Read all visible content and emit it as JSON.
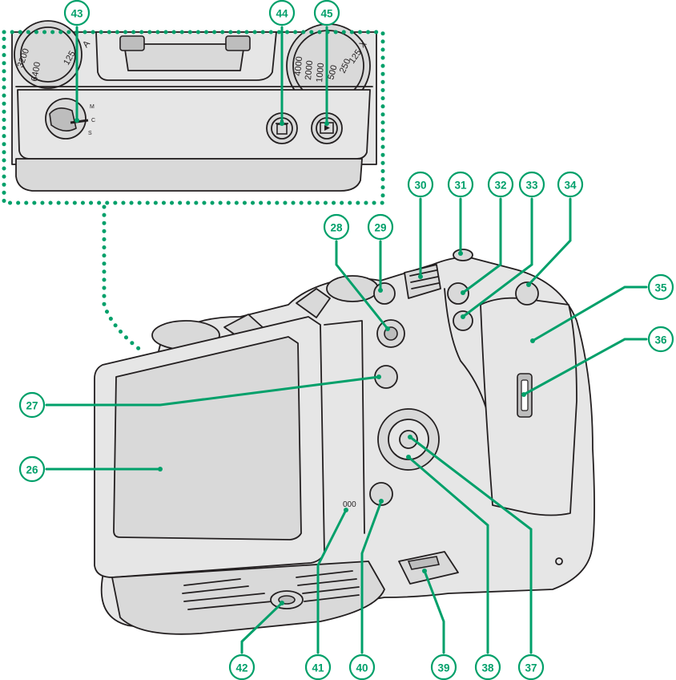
{
  "diagram": {
    "callout_color": "#00a06a",
    "callouts": [
      {
        "id": "26",
        "label": "26"
      },
      {
        "id": "27",
        "label": "27"
      },
      {
        "id": "28",
        "label": "28"
      },
      {
        "id": "29",
        "label": "29"
      },
      {
        "id": "30",
        "label": "30"
      },
      {
        "id": "31",
        "label": "31"
      },
      {
        "id": "32",
        "label": "32"
      },
      {
        "id": "33",
        "label": "33"
      },
      {
        "id": "34",
        "label": "34"
      },
      {
        "id": "35",
        "label": "35"
      },
      {
        "id": "36",
        "label": "36"
      },
      {
        "id": "37",
        "label": "37"
      },
      {
        "id": "38",
        "label": "38"
      },
      {
        "id": "39",
        "label": "39"
      },
      {
        "id": "40",
        "label": "40"
      },
      {
        "id": "41",
        "label": "41"
      },
      {
        "id": "42",
        "label": "42"
      },
      {
        "id": "43",
        "label": "43"
      },
      {
        "id": "44",
        "label": "44"
      },
      {
        "id": "45",
        "label": "45"
      }
    ],
    "dial_labels": {
      "iso_left": [
        "3200",
        "6400"
      ],
      "iso_top": "125",
      "shutter": [
        "4000",
        "2000",
        "1000",
        "500",
        "250",
        "125",
        "X"
      ],
      "shutter_a": "A",
      "focus_mode": [
        "M",
        "C",
        "S"
      ]
    }
  }
}
